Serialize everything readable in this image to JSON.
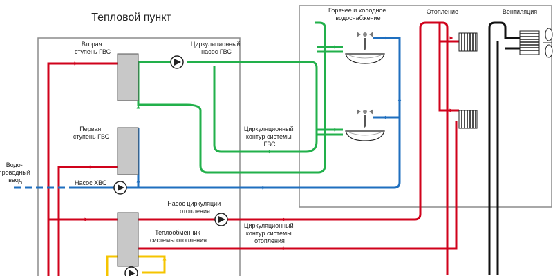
{
  "title": "Тепловой пункт",
  "labels": {
    "second_stage": [
      "Вторая",
      "ступень ГВС"
    ],
    "first_stage": [
      "Первая",
      "ступень ГВС"
    ],
    "circ_pump_hws": [
      "Циркуляционный",
      "насос ГВС"
    ],
    "circ_loop_hws": [
      "Циркуляционный",
      "контур системы",
      "ГВС"
    ],
    "water_inlet": [
      "Водо-",
      "проводный",
      "ввод"
    ],
    "cold_pump": "Насос ХВС",
    "heating_pump": [
      "Насос циркуляции",
      "отопления"
    ],
    "heating_loop": [
      "Циркуляционный",
      "контур системы",
      "отопления"
    ],
    "heating_exchanger": [
      "Теплообменник",
      "системы отопления"
    ],
    "water_supply": [
      "Горячее и холодное",
      "водоснабжение"
    ],
    "heating": "Отопление",
    "ventilation": "Вентиляция"
  },
  "colors": {
    "hot": "#d0021b",
    "return": "#b01020",
    "green": "#22b04b",
    "blue": "#1f6fbf",
    "yellow": "#f5c400",
    "black": "#111111",
    "frame": "#8c8c8c",
    "exchanger": "#c8c8c8"
  }
}
